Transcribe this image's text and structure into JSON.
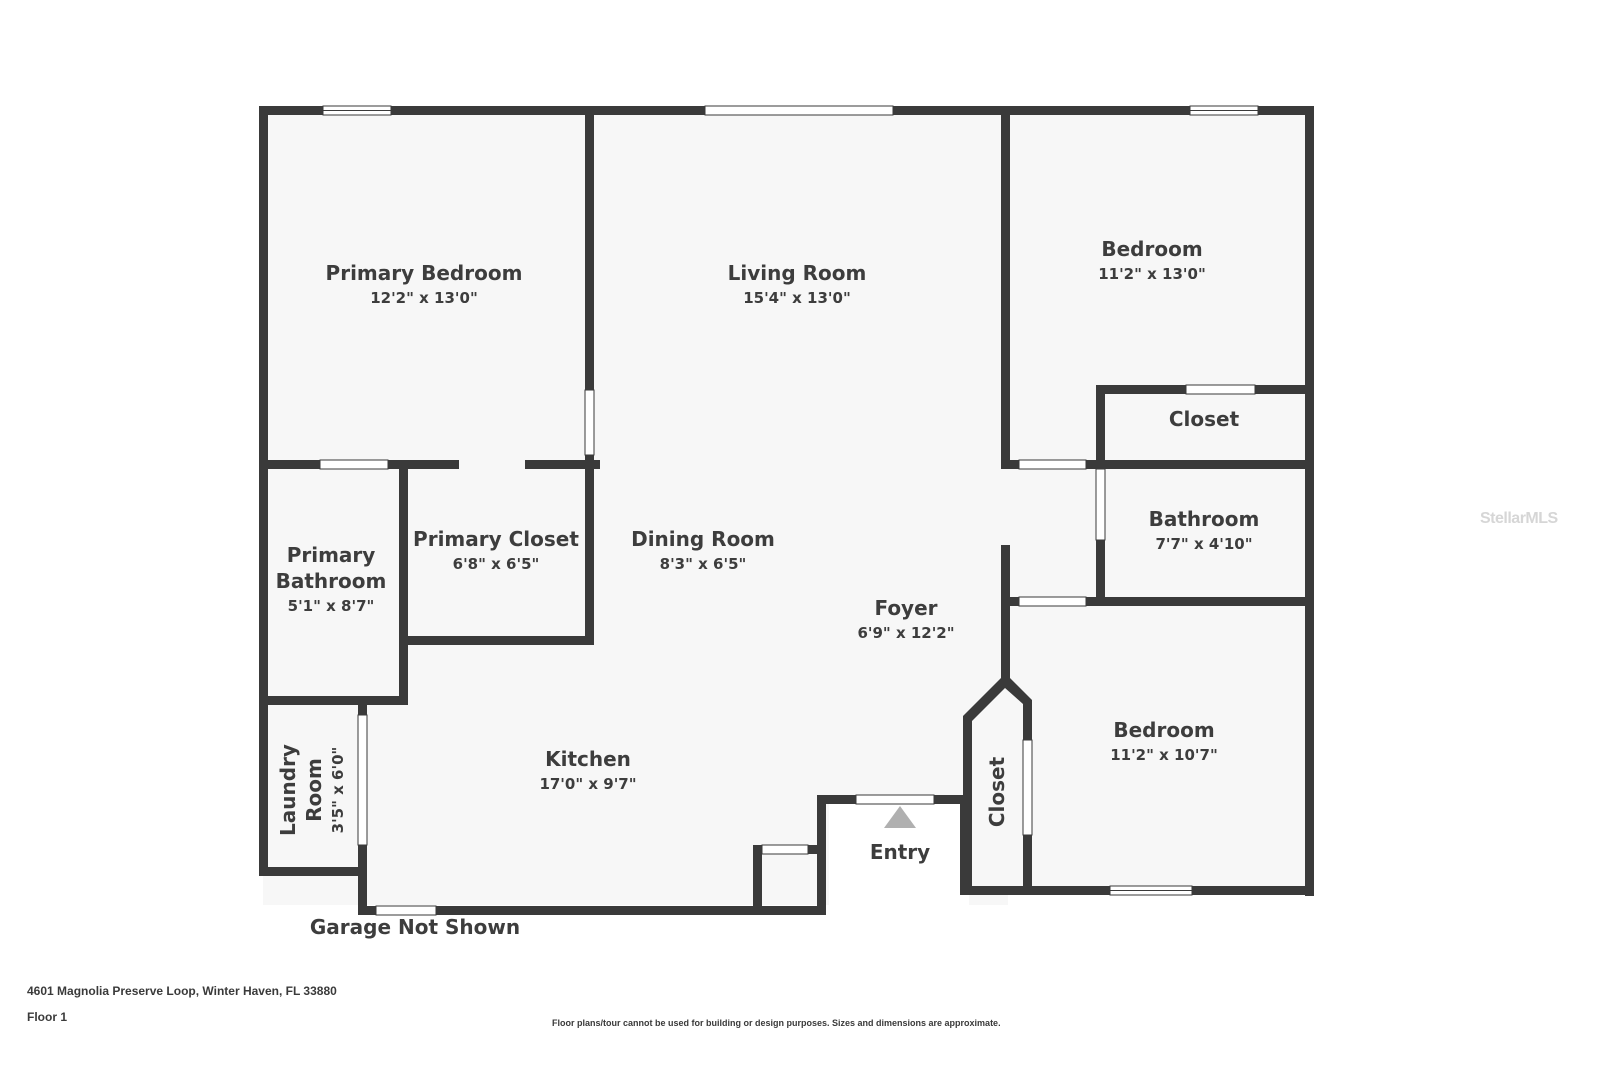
{
  "rooms": {
    "primary_bedroom": {
      "name": "Primary Bedroom",
      "dims": "12'2\" x 13'0\""
    },
    "living_room": {
      "name": "Living Room",
      "dims": "15'4\" x 13'0\""
    },
    "bedroom_1": {
      "name": "Bedroom",
      "dims": "11'2\" x 13'0\""
    },
    "closet_1": {
      "name": "Closet"
    },
    "bathroom": {
      "name": "Bathroom",
      "dims": "7'7\" x 4'10\""
    },
    "primary_bathroom": {
      "name_line1": "Primary",
      "name_line2": "Bathroom",
      "dims": "5'1\" x 8'7\""
    },
    "primary_closet": {
      "name": "Primary Closet",
      "dims": "6'8\" x 6'5\""
    },
    "dining_room": {
      "name": "Dining Room",
      "dims": "8'3\" x 6'5\""
    },
    "foyer": {
      "name": "Foyer",
      "dims": "6'9\" x 12'2\""
    },
    "bedroom_2": {
      "name": "Bedroom",
      "dims": "11'2\" x 10'7\""
    },
    "kitchen": {
      "name": "Kitchen",
      "dims": "17'0\" x 9'7\""
    },
    "laundry_room": {
      "name_line1": "Laundry",
      "name_line2": "Room",
      "dims": "3'5\" x 6'0\""
    },
    "closet_2": {
      "name": "Closet"
    }
  },
  "labels": {
    "entry": "Entry",
    "garage": "Garage Not Shown"
  },
  "footer": {
    "address": "4601 Magnolia Preserve Loop, Winter Haven, FL 33880",
    "floor": "Floor 1",
    "disclaimer": "Floor plans/tour cannot be used for building or design purposes. Sizes and dimensions are approximate."
  },
  "watermark": "StellarMLS",
  "colors": {
    "wall": "#3a3a3a",
    "floor": "#f7f7f7",
    "arrow": "#b0b0b0"
  }
}
